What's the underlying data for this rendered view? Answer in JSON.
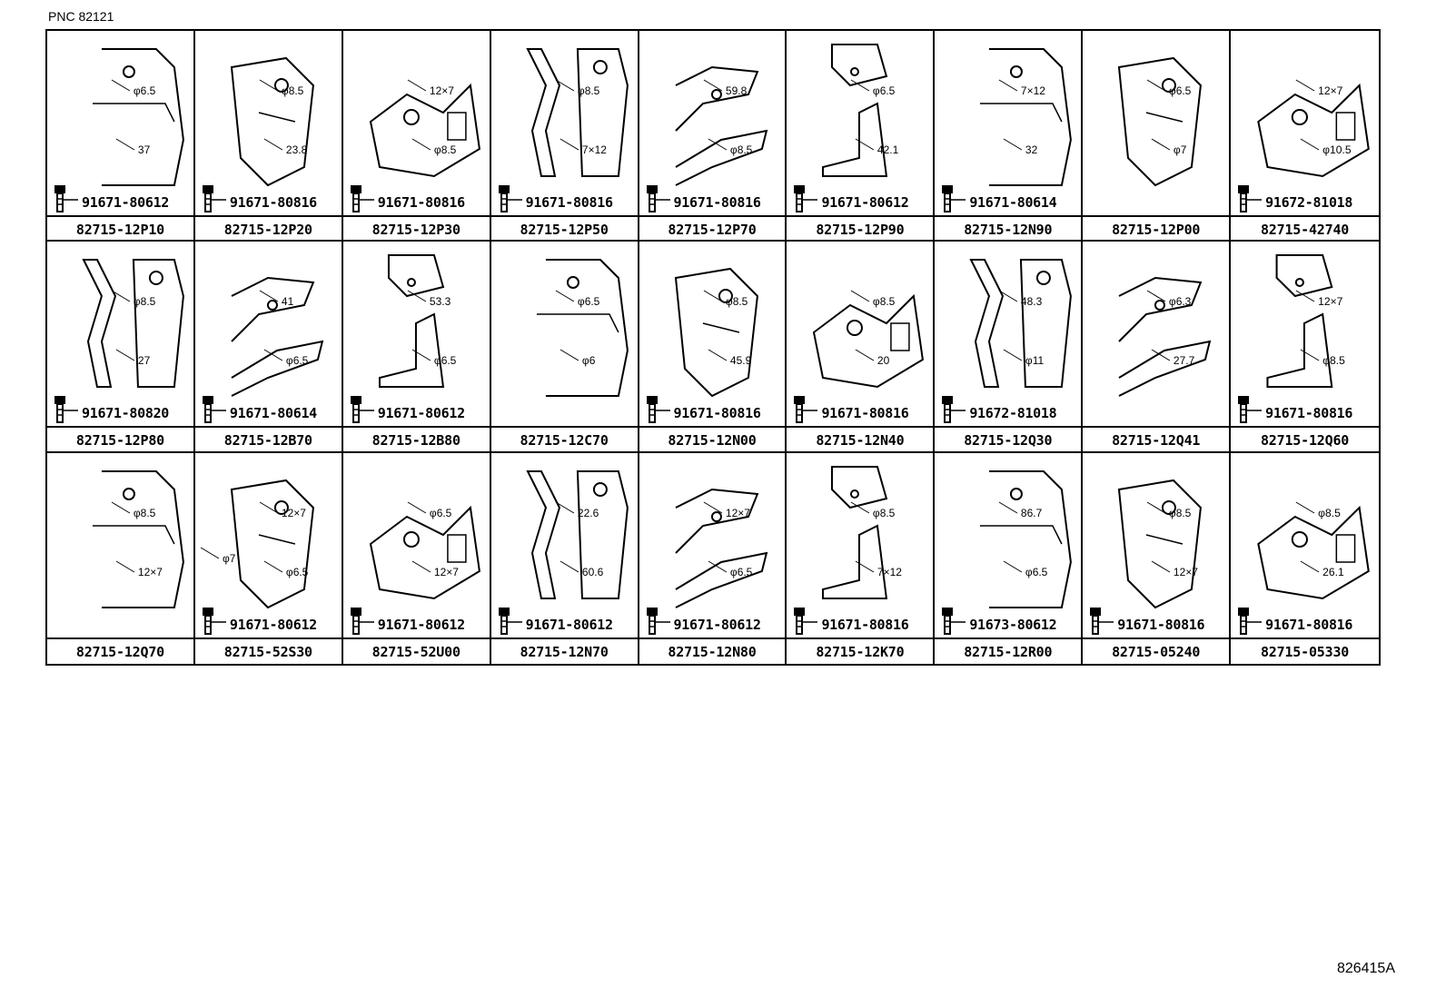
{
  "pnc_label": "PNC 82121",
  "diagram_code": "826415A",
  "cells": [
    {
      "part": "82715-12P10",
      "bolt": "91671-80612",
      "dims": [
        "φ6.5",
        "37"
      ]
    },
    {
      "part": "82715-12P20",
      "bolt": "91671-80816",
      "dims": [
        "φ8.5",
        "23.8"
      ]
    },
    {
      "part": "82715-12P30",
      "bolt": "91671-80816",
      "dims": [
        "12×7",
        "φ8.5"
      ]
    },
    {
      "part": "82715-12P50",
      "bolt": "91671-80816",
      "dims": [
        "φ8.5",
        "7×12"
      ]
    },
    {
      "part": "82715-12P70",
      "bolt": "91671-80816",
      "dims": [
        "59.8",
        "φ8.5"
      ]
    },
    {
      "part": "82715-12P90",
      "bolt": "91671-80612",
      "dims": [
        "φ6.5",
        "42.1"
      ]
    },
    {
      "part": "82715-12N90",
      "bolt": "91671-80614",
      "dims": [
        "7×12",
        "32"
      ]
    },
    {
      "part": "82715-12P00",
      "bolt": "",
      "dims": [
        "φ6.5",
        "φ7"
      ]
    },
    {
      "part": "82715-42740",
      "bolt": "91672-81018",
      "dims": [
        "12×7",
        "φ10.5"
      ]
    },
    {
      "part": "82715-12P80",
      "bolt": "91671-80820",
      "dims": [
        "φ8.5",
        "27"
      ]
    },
    {
      "part": "82715-12B70",
      "bolt": "91671-80614",
      "dims": [
        "41",
        "φ6.5"
      ]
    },
    {
      "part": "82715-12B80",
      "bolt": "91671-80612",
      "dims": [
        "53.3",
        "φ6.5"
      ]
    },
    {
      "part": "82715-12C70",
      "bolt": "",
      "dims": [
        "φ6.5",
        "φ6"
      ]
    },
    {
      "part": "82715-12N00",
      "bolt": "91671-80816",
      "dims": [
        "φ8.5",
        "45.9"
      ]
    },
    {
      "part": "82715-12N40",
      "bolt": "91671-80816",
      "dims": [
        "φ8.5",
        "20"
      ]
    },
    {
      "part": "82715-12Q30",
      "bolt": "91672-81018",
      "dims": [
        "48.3",
        "φ11"
      ]
    },
    {
      "part": "82715-12Q41",
      "bolt": "",
      "dims": [
        "φ6.3",
        "27.7"
      ]
    },
    {
      "part": "82715-12Q60",
      "bolt": "91671-80816",
      "dims": [
        "12×7",
        "φ8.5"
      ]
    },
    {
      "part": "82715-12Q70",
      "bolt": "",
      "dims": [
        "φ8.5",
        "12×7"
      ]
    },
    {
      "part": "82715-52S30",
      "bolt": "91671-80612",
      "dims": [
        "12×7",
        "φ6.5",
        "φ7"
      ]
    },
    {
      "part": "82715-52U00",
      "bolt": "91671-80612",
      "dims": [
        "φ6.5",
        "12×7"
      ]
    },
    {
      "part": "82715-12N70",
      "bolt": "91671-80612",
      "dims": [
        "22.6",
        "60.6"
      ]
    },
    {
      "part": "82715-12N80",
      "bolt": "91671-80612",
      "dims": [
        "12×7",
        "φ6.5"
      ]
    },
    {
      "part": "82715-12K70",
      "bolt": "91671-80816",
      "dims": [
        "φ8.5",
        "7×12"
      ]
    },
    {
      "part": "82715-12R00",
      "bolt": "91673-80612",
      "dims": [
        "86.7",
        "φ6.5"
      ]
    },
    {
      "part": "82715-05240",
      "bolt": "91671-80816",
      "dims": [
        "φ8.5",
        "12×7"
      ]
    },
    {
      "part": "82715-05330",
      "bolt": "91671-80816",
      "dims": [
        "φ8.5",
        "26.1"
      ]
    }
  ]
}
